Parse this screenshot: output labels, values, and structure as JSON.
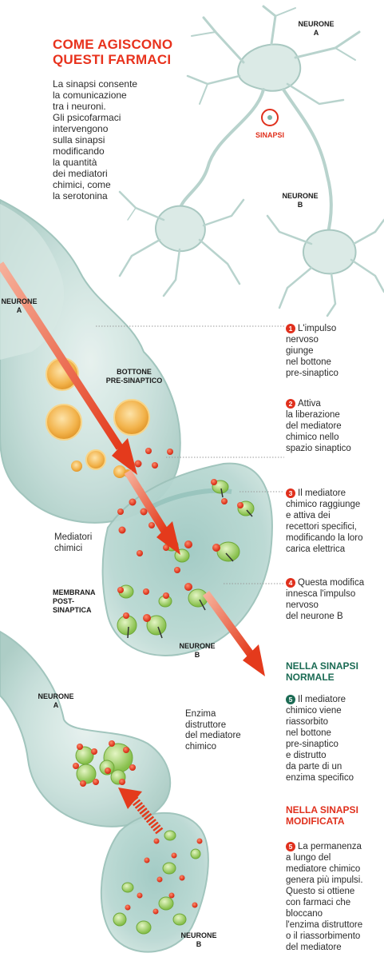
{
  "title_line1": "COME AGISCONO",
  "title_line2": "QUESTI FARMACI",
  "intro_lines": [
    "La sinapsi consente",
    "la comunicazione",
    "tra i neuroni.",
    "Gli psicofarmaci",
    "intervengono",
    "sulla sinapsi",
    "modificando",
    "la quantità",
    "dei mediatori",
    "chimici, come",
    "la serotonina"
  ],
  "labels": {
    "neurone": "NEURONE",
    "a": "A",
    "b": "B",
    "sinapsi": "SINAPSI",
    "bottone_1": "BOTTONE",
    "bottone_2": "PRE-SINAPTICO",
    "mediatori_1": "Mediatori",
    "mediatori_2": "chimici",
    "membrana_1": "MEMBRANA",
    "membrana_2": "POST-",
    "membrana_3": "SINAPTICA",
    "enzima_lines": [
      "Enzima",
      "distruttore",
      "del mediatore",
      "chimico"
    ]
  },
  "steps": [
    {
      "num": "1",
      "lines": [
        "L'impulso",
        "nervoso",
        "giunge",
        "nel bottone",
        "pre-sinaptico"
      ]
    },
    {
      "num": "2",
      "lines": [
        "Attiva",
        "la liberazione",
        "del mediatore",
        "chimico nello",
        "spazio sinaptico"
      ]
    },
    {
      "num": "3",
      "lines": [
        "Il mediatore",
        "chimico raggiunge",
        "e attiva dei",
        "recettori specifici,",
        "modificando la loro",
        "carica elettrica"
      ]
    },
    {
      "num": "4",
      "lines": [
        "Questa modifica",
        "innesca l'impulso",
        "nervoso",
        "del neurone B"
      ]
    }
  ],
  "normal": {
    "head_1": "NELLA SINAPSI",
    "head_2": "NORMALE",
    "num": "5",
    "lines": [
      "Il mediatore",
      "chimico viene",
      "riassorbito",
      "nel bottone",
      "pre-sinaptico",
      "e distrutto",
      "da parte di un",
      "enzima specifico"
    ]
  },
  "modified": {
    "head_1": "NELLA SINAPSI",
    "head_2": "MODIFICATA",
    "num": "5",
    "lines": [
      "La permanenza",
      "a lungo del",
      "mediatore chimico",
      "genera più impulsi.",
      "Questo si ottiene",
      "con farmaci che",
      "bloccano",
      "l'enzima distruttore",
      "o il riassorbimento",
      "del mediatore"
    ]
  },
  "colors": {
    "title_red": "#e8321d",
    "step_red": "#e0301d",
    "section_green": "#1b6b54",
    "neuron_fill": "#cfe3df",
    "vesicle_orange": "#f2b24a",
    "receptor_green": "#a9d46b"
  }
}
